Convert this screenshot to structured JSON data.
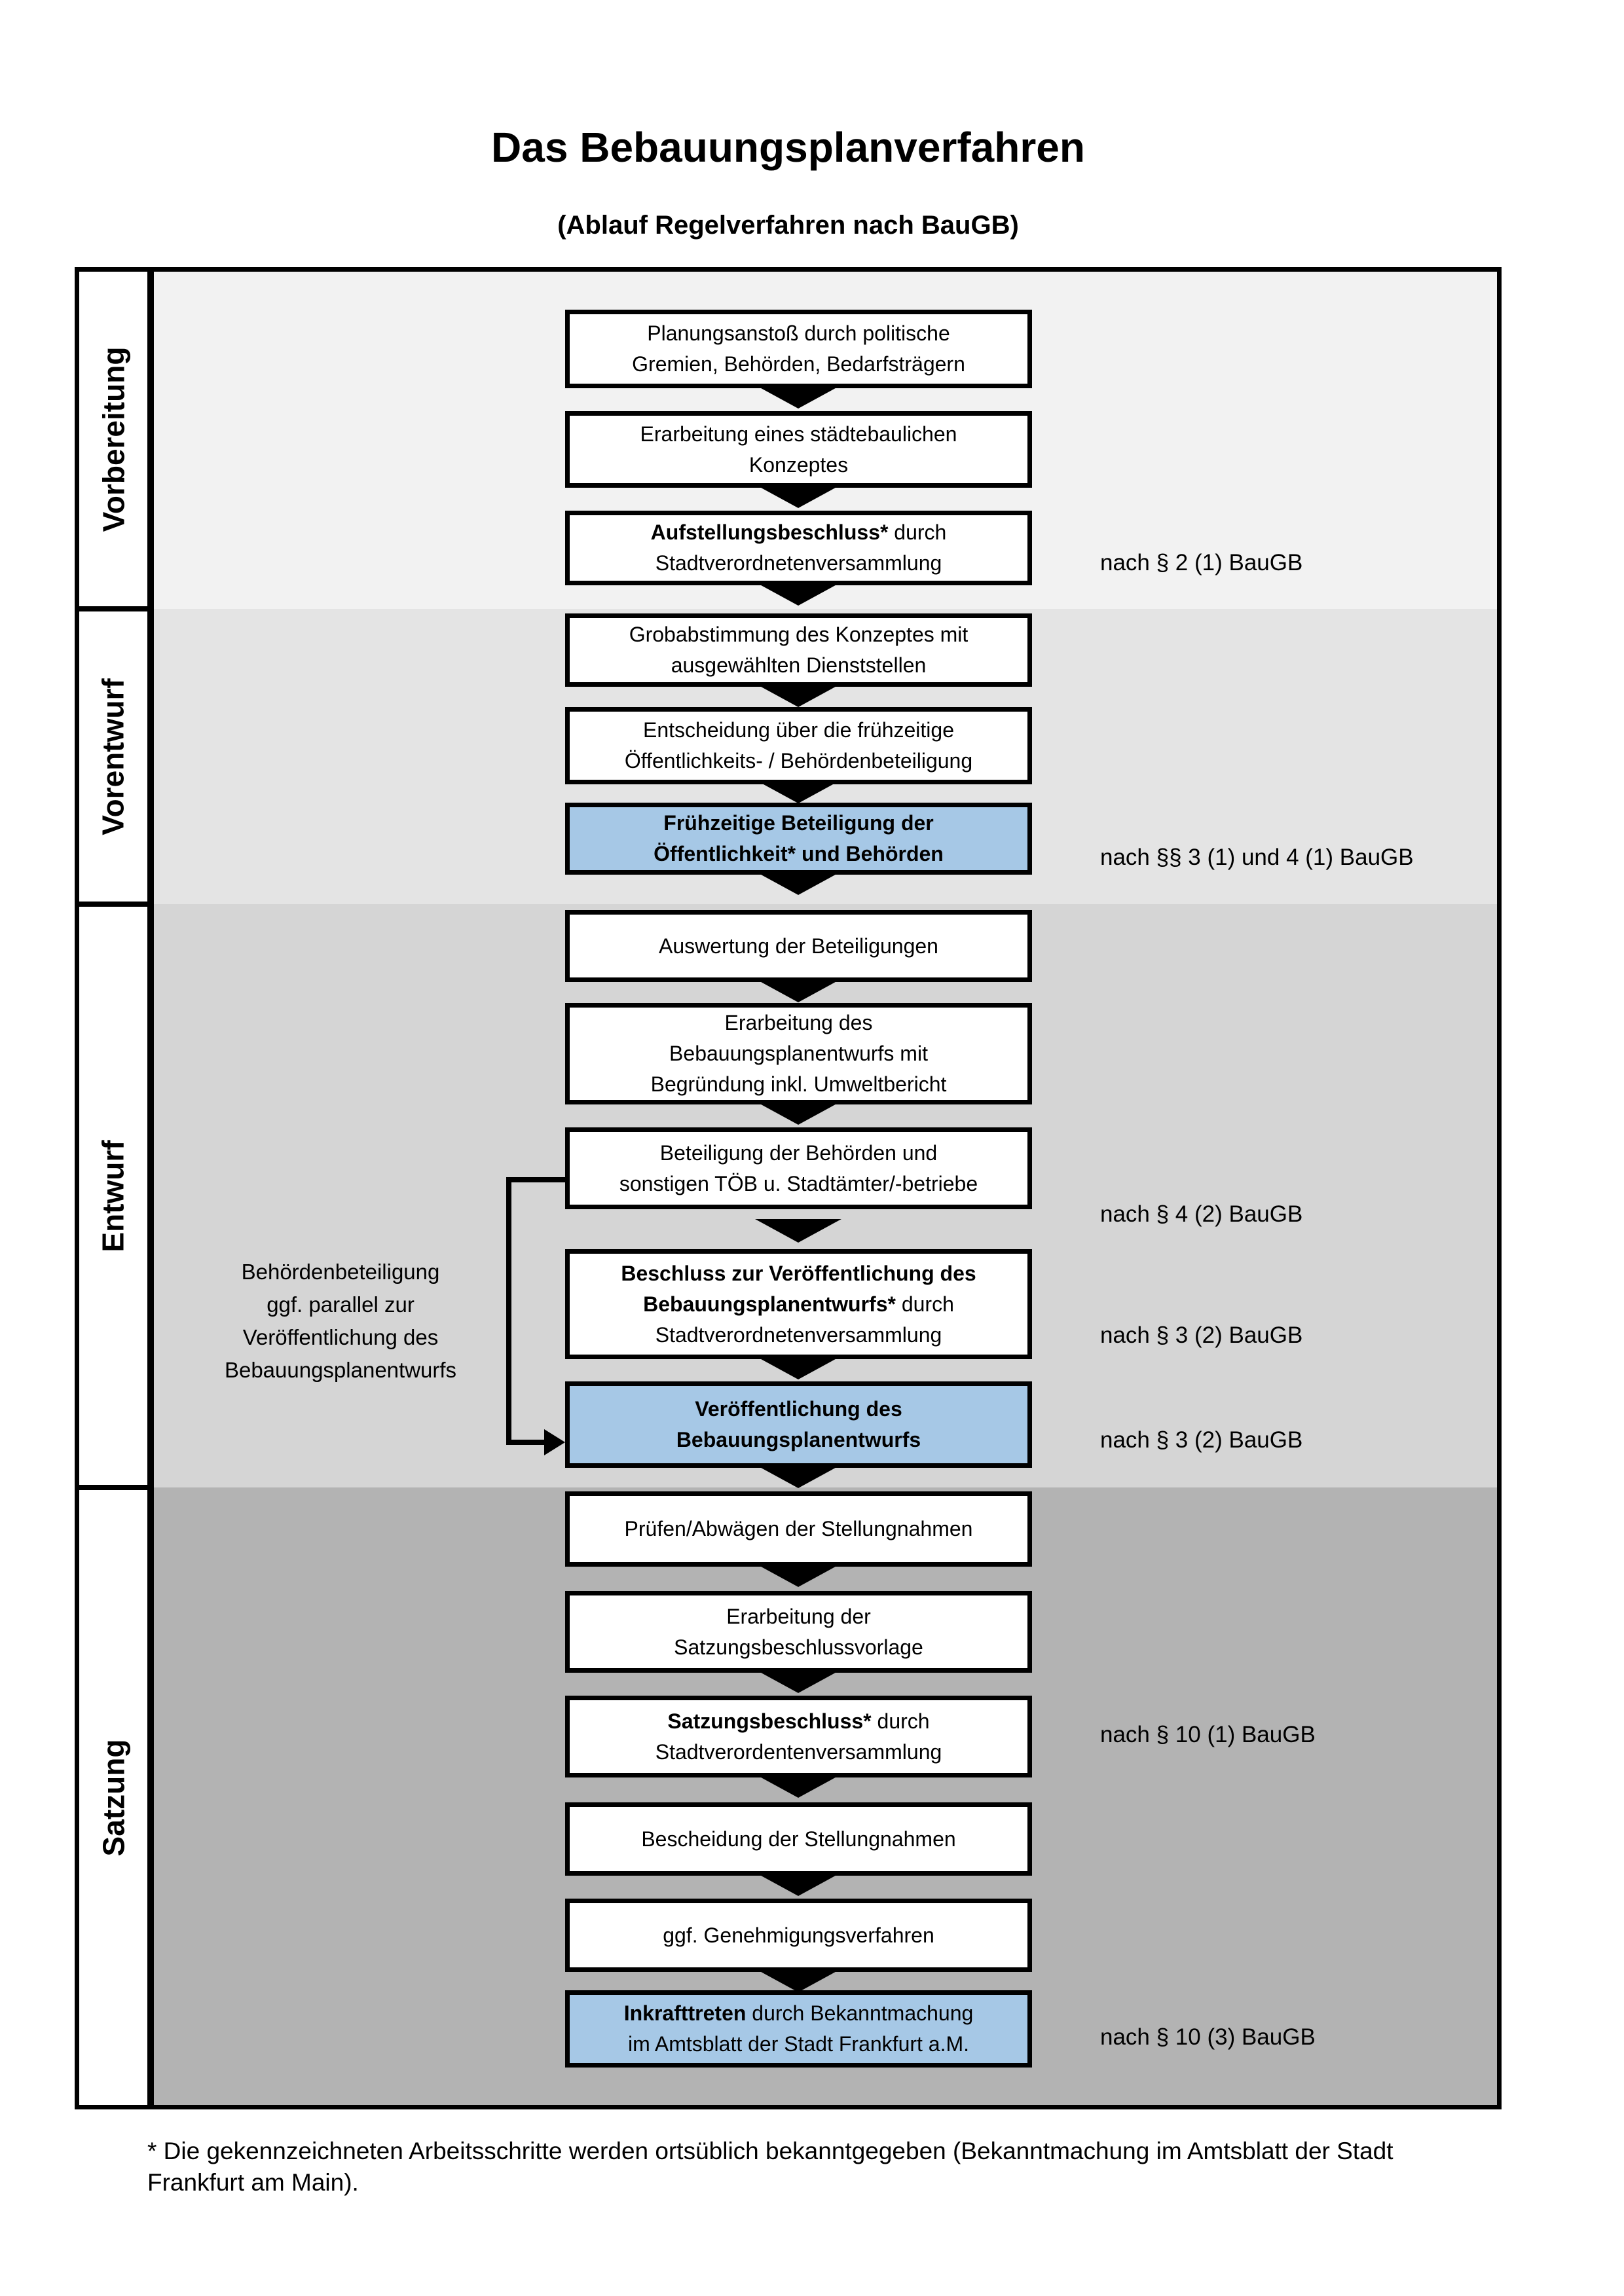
{
  "title": "Das Bebauungsplanverfahren",
  "subtitle": "(Ablauf Regelverfahren nach BauGB)",
  "colors": {
    "highlight_box": "#a6c8e6",
    "phase_backgrounds": [
      "#f2f2f2",
      "#e4e4e4",
      "#d5d5d5",
      "#b3b3b3"
    ],
    "box_border": "#000000"
  },
  "phases": [
    {
      "label": "Vorbereitung"
    },
    {
      "label": "Vorentwurf"
    },
    {
      "label": "Entwurf"
    },
    {
      "label": "Satzung"
    }
  ],
  "steps": [
    {
      "bold": "",
      "text": "Planungsanstoß durch politische\nGremien, Behörden, Bedarfsträgern",
      "highlighted": false
    },
    {
      "bold": "",
      "text": "Erarbeitung eines städtebaulichen\nKonzeptes",
      "highlighted": false
    },
    {
      "bold": "Aufstellungsbeschluss*",
      "text": " durch\nStadtverordnetenversammlung",
      "highlighted": false
    },
    {
      "bold": "",
      "text": "Grobabstimmung des Konzeptes mit\nausgewählten Dienststellen",
      "highlighted": false
    },
    {
      "bold": "",
      "text": "Entscheidung über die frühzeitige\nÖffentlichkeits- / Behördenbeteiligung",
      "highlighted": false
    },
    {
      "bold": "Frühzeitige Beteiligung der\nÖffentlichkeit* und Behörden",
      "text": "",
      "highlighted": true
    },
    {
      "bold": "",
      "text": "Auswertung der Beteiligungen",
      "highlighted": false
    },
    {
      "bold": "",
      "text": "Erarbeitung des\nBebauungsplanentwurfs mit\nBegründung inkl. Umweltbericht",
      "highlighted": false
    },
    {
      "bold": "",
      "text": "Beteiligung der Behörden und\nsonstigen TÖB u. Stadtämter/-betriebe",
      "highlighted": false
    },
    {
      "bold": "Beschluss zur Veröffentlichung des\nBebauungsplanentwurfs*",
      "text": " durch\nStadtverordnetenversammlung",
      "highlighted": false
    },
    {
      "bold": "Veröffentlichung des\nBebauungsplanentwurfs",
      "text": "",
      "highlighted": true
    },
    {
      "bold": "",
      "text": "Prüfen/Abwägen der Stellungnahmen",
      "highlighted": false
    },
    {
      "bold": "",
      "text": "Erarbeitung der\nSatzungsbeschlussvorlage",
      "highlighted": false
    },
    {
      "bold": "Satzungsbeschluss*",
      "text": " durch\nStadtverordentenversammlung",
      "highlighted": false
    },
    {
      "bold": "",
      "text": "Bescheidung der Stellungnahmen",
      "highlighted": false
    },
    {
      "bold": "",
      "text": "ggf. Genehmigungsverfahren",
      "highlighted": false
    },
    {
      "bold": "Inkrafttreten",
      "text": " durch Bekanntmachung\nim Amtsblatt der Stadt Frankfurt a.M.",
      "highlighted": true
    }
  ],
  "refs": [
    {
      "text": "nach § 2 (1) BauGB"
    },
    {
      "text": "nach §§ 3 (1) und 4 (1) BauGB"
    },
    {
      "text": "nach § 4 (2) BauGB"
    },
    {
      "text": "nach § 3 (2) BauGB"
    },
    {
      "text": "nach § 3 (2) BauGB"
    },
    {
      "text": "nach § 10 (1) BauGB"
    },
    {
      "text": "nach § 10 (3) BauGB"
    }
  ],
  "side_note": "Behördenbeteiligung\nggf. parallel zur\nVeröffentlichung des\nBebauungsplanentwurfs",
  "footnote": "* Die gekennzeichneten Arbeitsschritte werden ortsüblich bekanntgegeben (Bekanntmachung im Amtsblatt der Stadt\nFrankfurt am Main)."
}
